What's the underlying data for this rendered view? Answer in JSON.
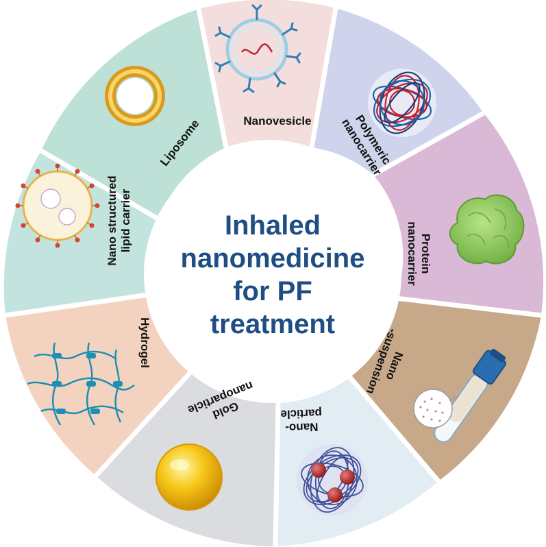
{
  "center": {
    "lines": [
      "Inhaled",
      "nanomedicine",
      "for PF",
      "treatment"
    ]
  },
  "colors": {
    "center_text": "#1f4e84",
    "segment_nanovesicle": "#f3dedd",
    "segment_polymeric": "#cfd3ec",
    "segment_protein": "#d9b9d6",
    "segment_nanosuspension": "#c7a98a",
    "segment_nanoparticle": "#e1ecf3",
    "segment_gold": "#dadcdf",
    "segment_hydrogel": "#f3d3bf",
    "segment_nlc": "#c3e3df",
    "segment_liposome": "#bde0d7"
  },
  "segments": [
    {
      "id": "nanovesicle",
      "lines": [
        "Nanovesicle"
      ],
      "icon": "nanovesicle-icon"
    },
    {
      "id": "polymeric",
      "lines": [
        "Polymeric",
        "nanocarrier"
      ],
      "icon": "polymeric-nanocarrier-icon"
    },
    {
      "id": "protein",
      "lines": [
        "Protein",
        "nanocarrier"
      ],
      "icon": "protein-nanocarrier-icon"
    },
    {
      "id": "nanosuspension",
      "lines": [
        "Nano",
        "-suspension"
      ],
      "icon": "test-tube-icon"
    },
    {
      "id": "nanoparticle",
      "lines": [
        "Nano-",
        "particle"
      ],
      "icon": "nanoparticle-icon"
    },
    {
      "id": "gold",
      "lines": [
        "Gold",
        "nanoparticle"
      ],
      "icon": "gold-sphere-icon"
    },
    {
      "id": "hydrogel",
      "lines": [
        "Hydrogel"
      ],
      "icon": "hydrogel-network-icon"
    },
    {
      "id": "nlc",
      "lines": [
        "Nano structured",
        "lipid carrier"
      ],
      "icon": "lipid-carrier-icon"
    },
    {
      "id": "liposome",
      "lines": [
        "Liposome"
      ],
      "icon": "liposome-ring-icon"
    }
  ]
}
